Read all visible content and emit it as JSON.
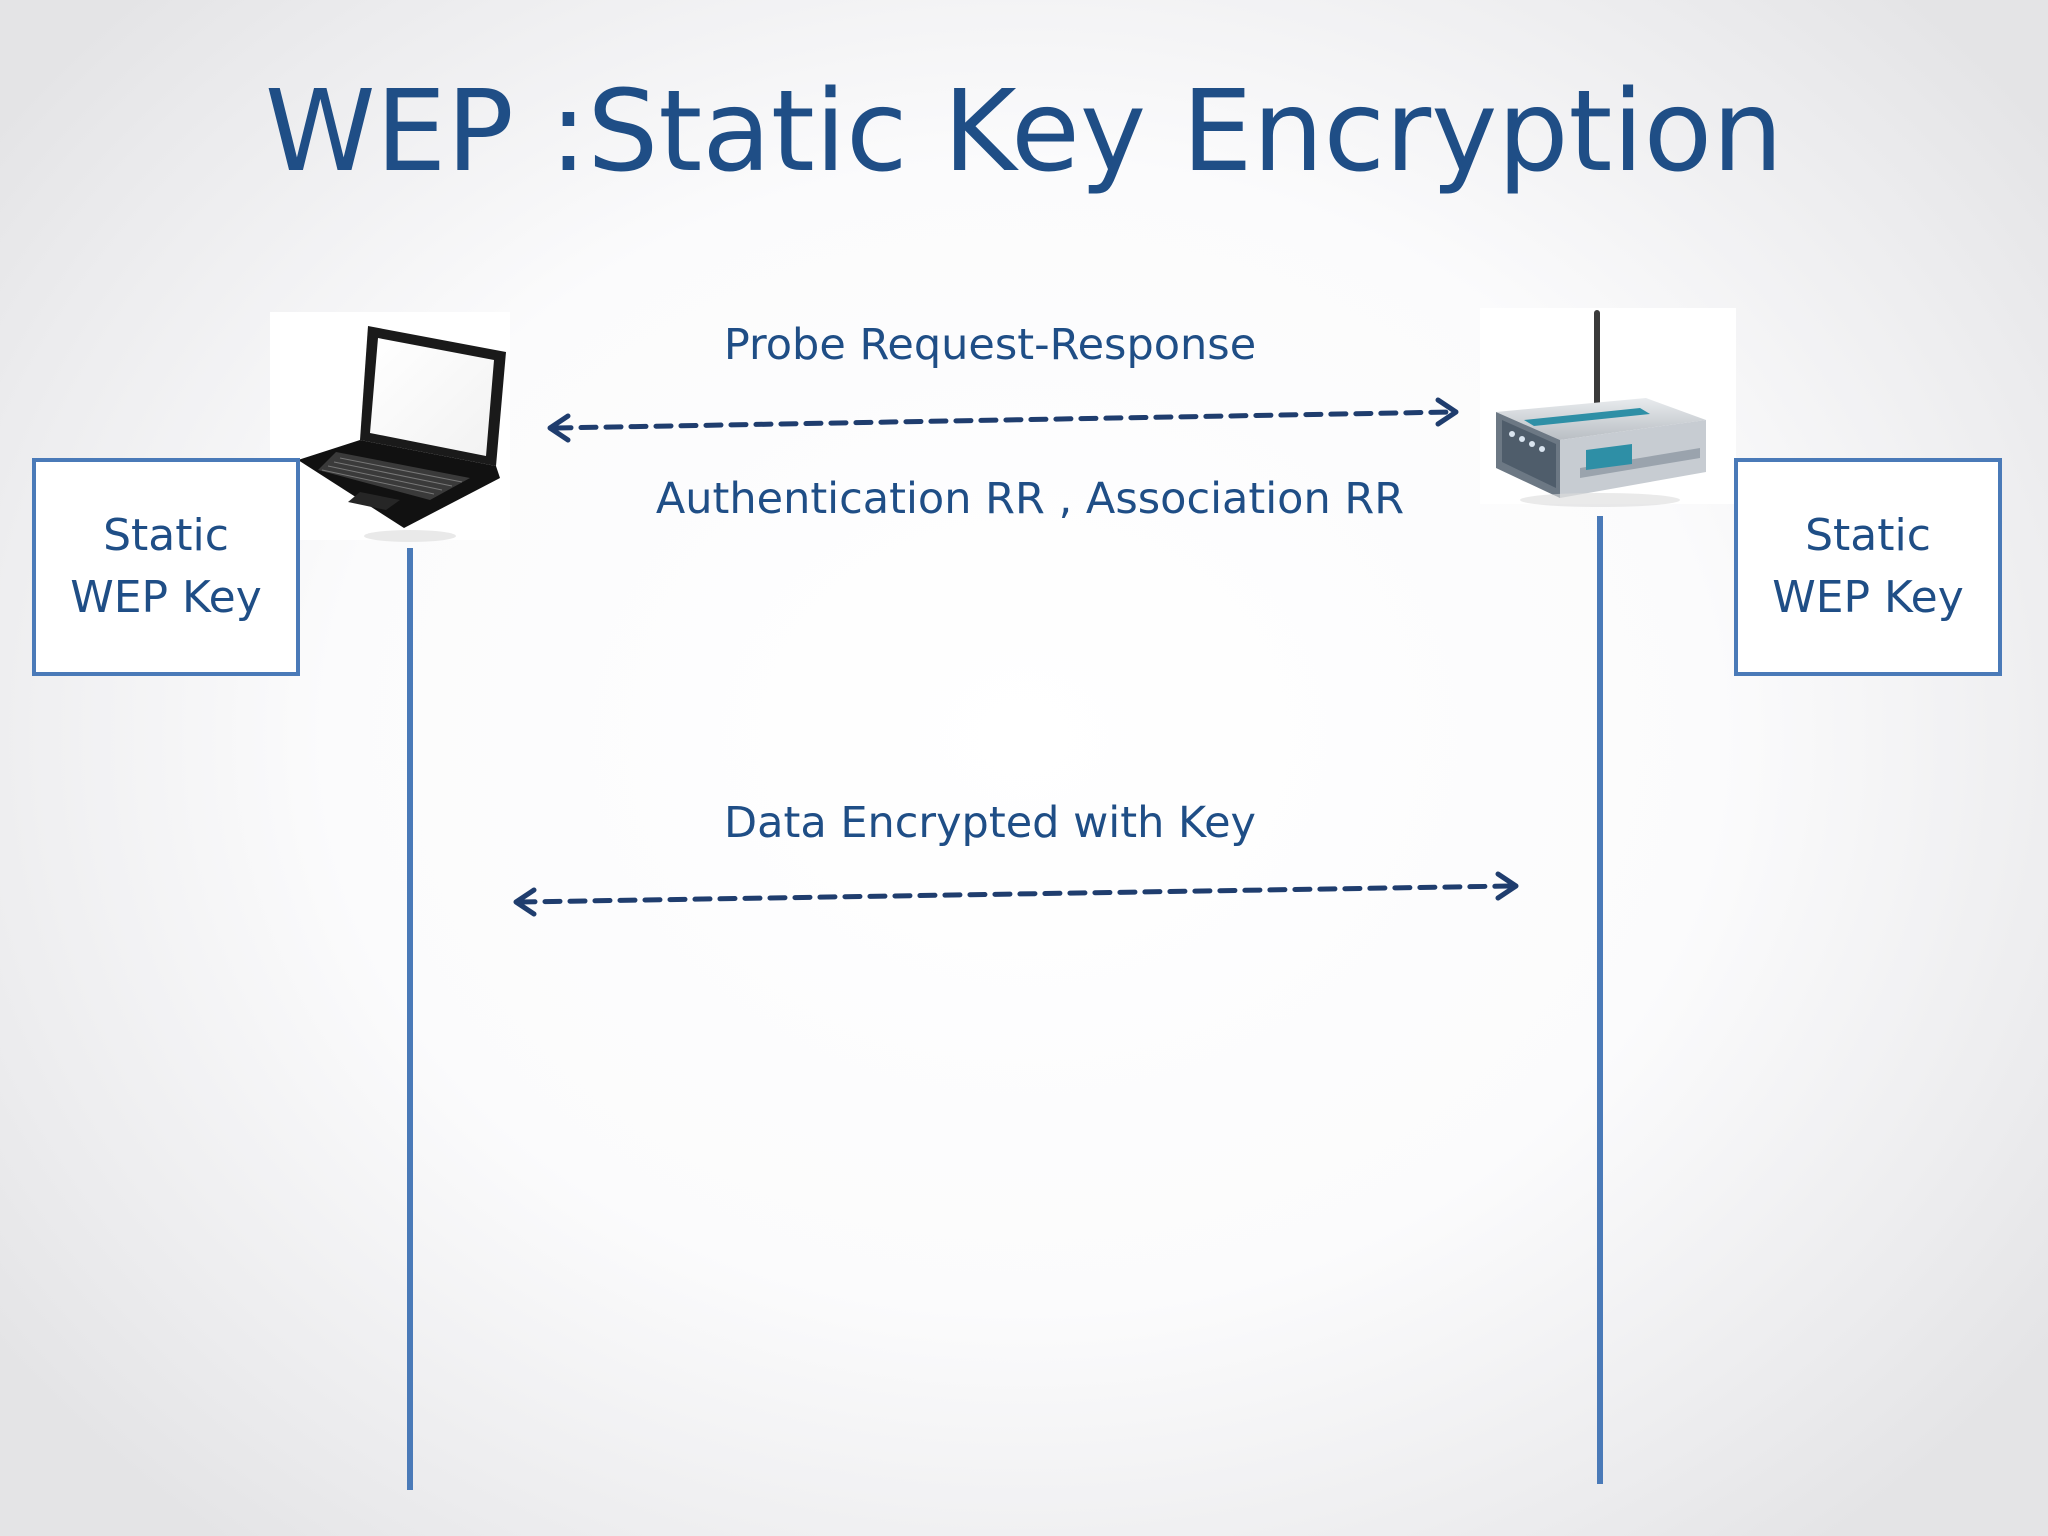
{
  "title": "WEP :Static Key Encryption",
  "messages": {
    "probe": "Probe Request-Response",
    "auth_assoc": "Authentication RR , Association RR",
    "data": "Data Encrypted with Key"
  },
  "key_boxes": {
    "left": {
      "line1": "Static",
      "line2": "WEP Key"
    },
    "right": {
      "line1": "Static",
      "line2": "WEP Key"
    }
  },
  "icons": {
    "client": "laptop-icon",
    "access_point": "wireless-router-icon"
  },
  "colors": {
    "title": "#1f4e86",
    "lifeline": "#4a7ab8",
    "arrow": "#1f3d6e",
    "box_border": "#4a7ab8"
  }
}
